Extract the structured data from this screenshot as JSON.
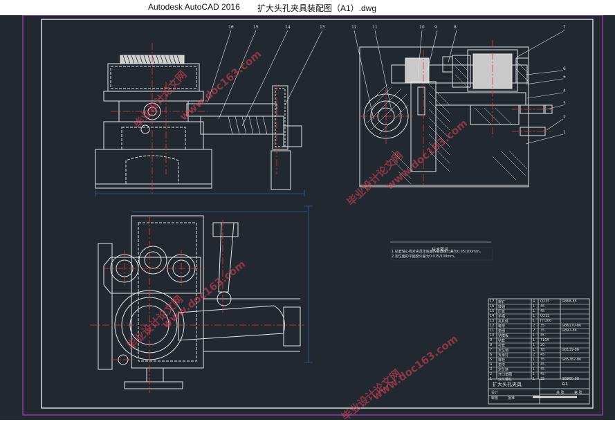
{
  "window": {
    "app_title": "Autodesk AutoCAD 2016",
    "file_title": "扩大头孔夹具装配图（A1）.dwg"
  },
  "drawing": {
    "callouts_front": [
      "16",
      "15",
      "14",
      "13"
    ],
    "callouts_section": [
      "12",
      "11",
      "10",
      "9",
      "8",
      "7",
      "6",
      "5",
      "4",
      "3",
      "2",
      "1"
    ],
    "tech_requirements": {
      "title": "技术要求",
      "lines": [
        "1.钻套轴心线对夹具体底面的垂直度公差为0.05/100mm。",
        "2.定位面的平面度公差为0.015/100mm。"
      ]
    },
    "title_block": {
      "name": "扩大头孔夹具",
      "sheet": "A1",
      "rows_left": [
        "设计",
        "审核",
        "批准"
      ],
      "right_labels": [
        "共 张",
        "第 张"
      ]
    },
    "bom_rows": [
      {
        "no": "17",
        "name": "螺钉",
        "qty": "4",
        "mat": "Q235",
        "std": "GB68-85"
      },
      {
        "no": "16",
        "name": "转轴",
        "qty": "1",
        "mat": "45",
        "std": ""
      },
      {
        "no": "15",
        "name": "压板",
        "qty": "1",
        "mat": "45",
        "std": ""
      },
      {
        "no": "14",
        "name": "手柄",
        "qty": "1",
        "mat": "Q235",
        "std": ""
      },
      {
        "no": "13",
        "name": "夹具体",
        "qty": "1",
        "mat": "HT200",
        "std": ""
      },
      {
        "no": "12",
        "name": "螺母",
        "qty": "2",
        "mat": "35",
        "std": "GB6170-86"
      },
      {
        "no": "11",
        "name": "垫圈",
        "qty": "2",
        "mat": "35",
        "std": "GB97-86"
      },
      {
        "no": "10",
        "name": "钻模板",
        "qty": "1",
        "mat": "45",
        "std": ""
      },
      {
        "no": "9",
        "name": "钻套",
        "qty": "1",
        "mat": "T10A",
        "std": ""
      },
      {
        "no": "8",
        "name": "衬套",
        "qty": "1",
        "mat": "20",
        "std": ""
      },
      {
        "no": "7",
        "name": "定位销",
        "qty": "1",
        "mat": "T8",
        "std": "GB119-86"
      },
      {
        "no": "6",
        "name": "支承钉",
        "qty": "2",
        "mat": "45",
        "std": ""
      },
      {
        "no": "5",
        "name": "螺栓",
        "qty": "1",
        "mat": "35",
        "std": "GB5782-86"
      },
      {
        "no": "4",
        "name": "垫块",
        "qty": "1",
        "mat": "45",
        "std": ""
      },
      {
        "no": "3",
        "name": "定位块",
        "qty": "1",
        "mat": "45",
        "std": ""
      },
      {
        "no": "2",
        "name": "开口垫圈",
        "qty": "1",
        "mat": "45",
        "std": ""
      },
      {
        "no": "1",
        "name": "双头螺柱",
        "qty": "1",
        "mat": "35",
        "std": "GB900-88"
      }
    ],
    "watermarks": [
      "毕业设计论文网",
      "www.doc163.com"
    ]
  },
  "colors": {
    "canvas_bg": "#212830",
    "line": "#e6e6e6",
    "center_line": "#e23a3a",
    "frame": "#b03cc8",
    "dim_line": "#3f6fd4",
    "watermark": "#e0445b"
  }
}
